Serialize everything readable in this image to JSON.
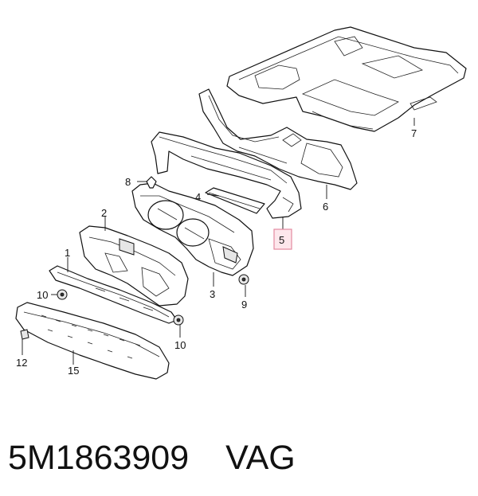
{
  "callouts": {
    "c1": "1",
    "c2": "2",
    "c3": "3",
    "c4": "4",
    "c5": "5",
    "c6": "6",
    "c7": "7",
    "c8": "8",
    "c9": "9",
    "c10a": "10",
    "c10b": "10",
    "c12": "12",
    "c15": "15"
  },
  "highlighted_callout": "5",
  "highlight_color": "#fde7ec",
  "caption": {
    "part_number": "5M1863909",
    "brand": "VAG"
  }
}
